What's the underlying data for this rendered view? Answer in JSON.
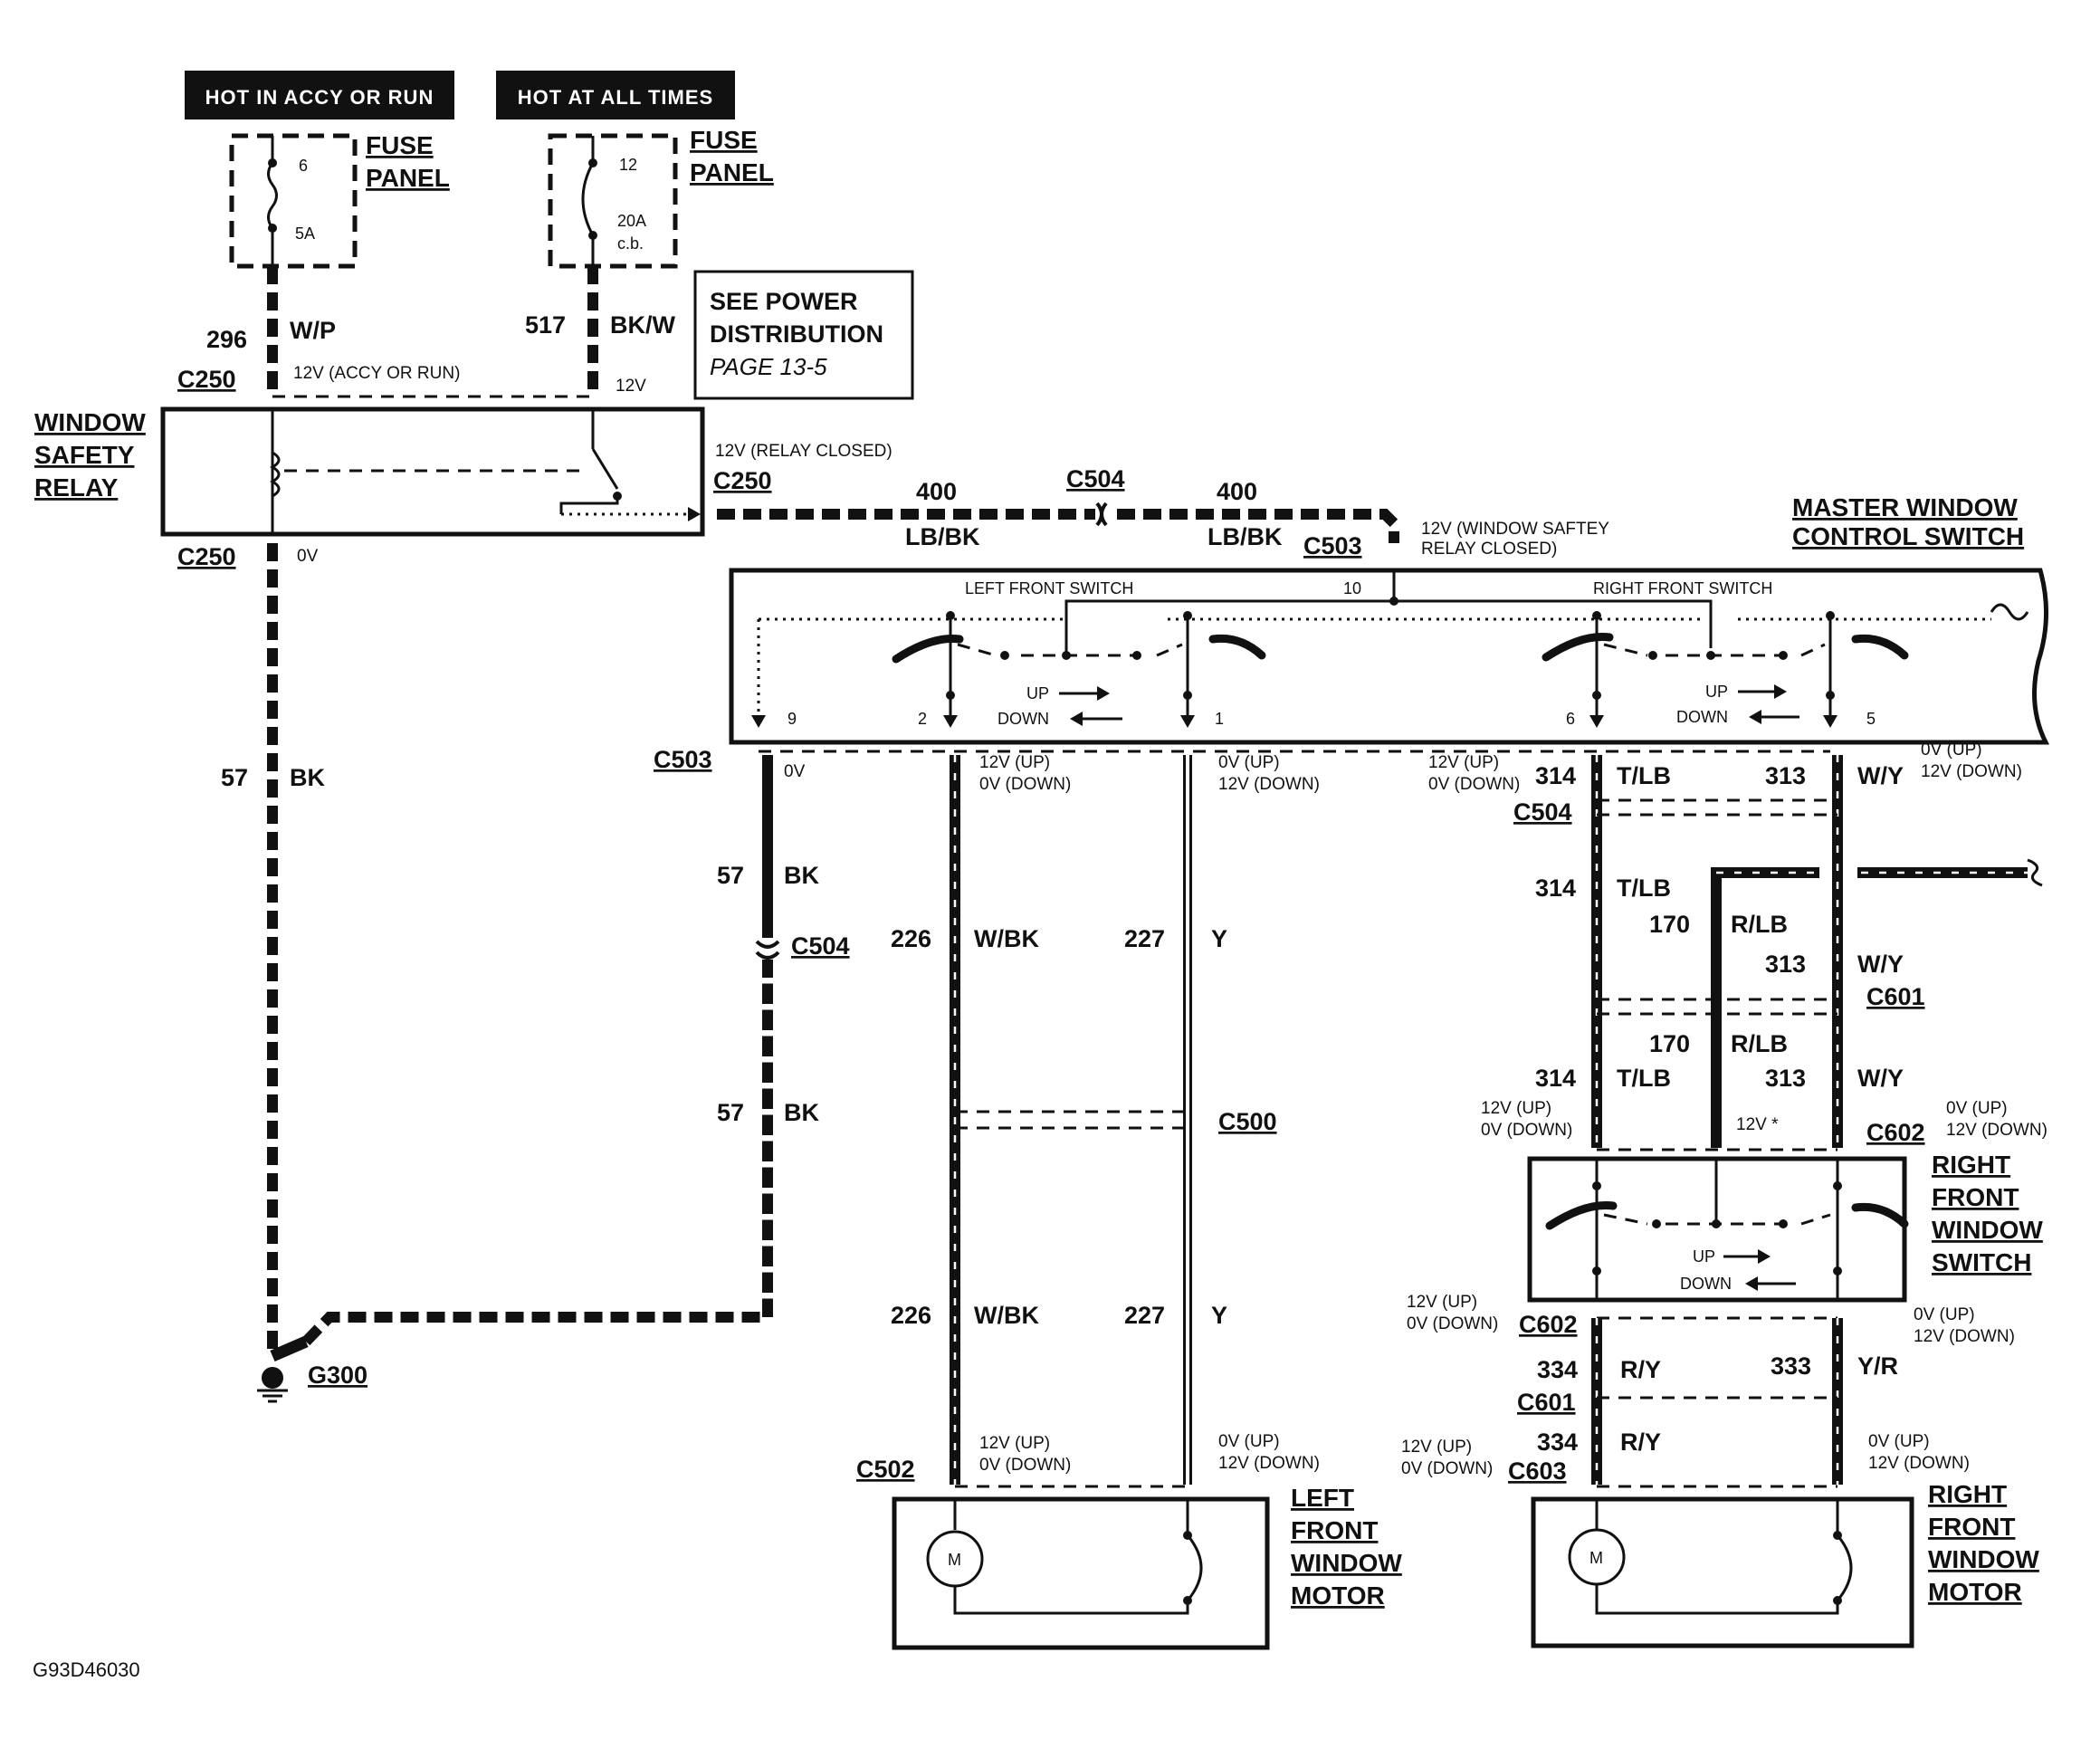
{
  "power_sources": {
    "accy_run": "HOT IN ACCY OR RUN",
    "all_times": "HOT AT ALL TIMES"
  },
  "fuse_left": {
    "panel": [
      "FUSE",
      "PANEL"
    ],
    "number": "6",
    "rating": "5A"
  },
  "fuse_right": {
    "panel": [
      "FUSE",
      "PANEL"
    ],
    "number": "12",
    "rating": "20A",
    "type": "c.b."
  },
  "power_note": {
    "lines": [
      "SEE POWER",
      "DISTRIBUTION"
    ],
    "page": "PAGE 13-5"
  },
  "window_safety_relay": {
    "name": [
      "WINDOW",
      "SAFETY",
      "RELAY"
    ]
  },
  "master_switch": {
    "name": [
      "MASTER WINDOW",
      "CONTROL SWITCH"
    ],
    "left_label": "LEFT FRONT SWITCH",
    "right_label": "RIGHT FRONT SWITCH",
    "pins": {
      "p9": "9",
      "p2": "2",
      "p1": "1",
      "p10": "10",
      "p6": "6",
      "p5": "5"
    },
    "up": "UP",
    "down": "DOWN"
  },
  "right_front_window_switch": {
    "name": [
      "RIGHT",
      "FRONT",
      "WINDOW",
      "SWITCH"
    ],
    "up": "UP",
    "down": "DOWN"
  },
  "left_front_motor": {
    "name": [
      "LEFT",
      "FRONT",
      "WINDOW",
      "MOTOR"
    ],
    "symbol": "M"
  },
  "right_front_motor": {
    "name": [
      "RIGHT",
      "FRONT",
      "WINDOW",
      "MOTOR"
    ],
    "symbol": "M"
  },
  "ground": "G300",
  "connectors": {
    "c250a": "C250",
    "c250b": "C250",
    "c250c": "C250",
    "c504a": "C504",
    "c504b": "C504",
    "c504c": "C504",
    "c503a": "C503",
    "c503b": "C503",
    "c500": "C500",
    "c502": "C502",
    "c601a": "C601",
    "c601b": "C601",
    "c602a": "C602",
    "c602b": "C602",
    "c603": "C603"
  },
  "wires": {
    "w296": {
      "no": "296",
      "color": "W/P"
    },
    "w517": {
      "no": "517",
      "color": "BK/W"
    },
    "w400a": {
      "no": "400",
      "color": "LB/BK"
    },
    "w400b": {
      "no": "400",
      "color": "LB/BK"
    },
    "w57a": {
      "no": "57",
      "color": "BK"
    },
    "w57b": {
      "no": "57",
      "color": "BK"
    },
    "w57c": {
      "no": "57",
      "color": "BK"
    },
    "w226a": {
      "no": "226",
      "color": "W/BK"
    },
    "w226b": {
      "no": "226",
      "color": "W/BK"
    },
    "w227a": {
      "no": "227",
      "color": "Y"
    },
    "w227b": {
      "no": "227",
      "color": "Y"
    },
    "w314a": {
      "no": "314",
      "color": "T/LB"
    },
    "w314b": {
      "no": "314",
      "color": "T/LB"
    },
    "w314c": {
      "no": "314",
      "color": "T/LB"
    },
    "w313a": {
      "no": "313",
      "color": "W/Y"
    },
    "w313b": {
      "no": "313",
      "color": "W/Y"
    },
    "w313c": {
      "no": "313",
      "color": "W/Y"
    },
    "w170a": {
      "no": "170",
      "color": "R/LB"
    },
    "w170b": {
      "no": "170",
      "color": "R/LB"
    },
    "w334a": {
      "no": "334",
      "color": "R/Y"
    },
    "w334b": {
      "no": "334",
      "color": "R/Y"
    },
    "w333": {
      "no": "333",
      "color": "Y/R"
    }
  },
  "voltages": {
    "accy_run": "12V (ACCY OR RUN)",
    "v12": "12V",
    "relay_closed": "12V (RELAY CLOSED)",
    "relay_gnd": "0V",
    "wsr_closed": [
      "12V (WINDOW SAFTEY",
      "RELAY CLOSED)"
    ],
    "c503_0v": "0V",
    "lf2_top": [
      "12V (UP)",
      "0V (DOWN)"
    ],
    "lf1_top": [
      "0V (UP)",
      "12V (DOWN)"
    ],
    "rf6_top": [
      "12V (UP)",
      "0V (DOWN)"
    ],
    "rf5_top": [
      "0V (UP)",
      "12V (DOWN)"
    ],
    "c602_left": [
      "12V (UP)",
      "0V (DOWN)"
    ],
    "c602_right": [
      "0V (UP)",
      "12V (DOWN)"
    ],
    "c602_mid": "12V *",
    "rfs_out_left": [
      "12V (UP)",
      "0V (DOWN)"
    ],
    "rfs_out_right": [
      "0V (UP)",
      "12V (DOWN)"
    ],
    "lf_motor_left": [
      "12V (UP)",
      "0V (DOWN)"
    ],
    "lf_motor_right": [
      "0V (UP)",
      "12V (DOWN)"
    ],
    "rf_motor_left": [
      "12V (UP)",
      "0V (DOWN)"
    ],
    "rf_motor_right": [
      "0V (UP)",
      "12V (DOWN)"
    ]
  },
  "figure_id": "G93D46030"
}
